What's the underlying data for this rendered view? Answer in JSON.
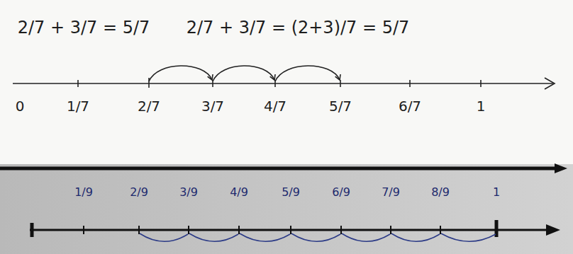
{
  "diagram": {
    "labels": [
      "2/7 + 3/7 = 5/7",
      "2/7 + 3/7 = (2+3)/7 = 5/7",
      "0",
      "1/7",
      "2/7",
      "3/7",
      "4/7",
      "5/7",
      "6/7",
      "1",
      "1/9",
      "2/9",
      "3/9",
      "4/9",
      "5/9",
      "6/9",
      "7/9",
      "8/9",
      "1"
    ]
  }
}
